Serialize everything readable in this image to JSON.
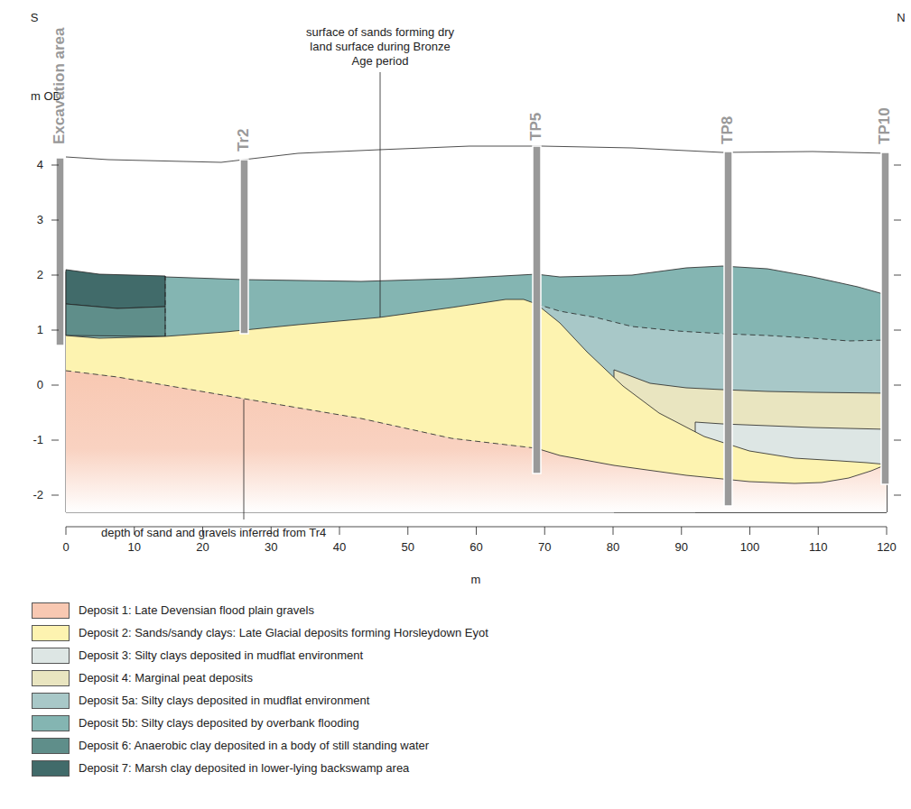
{
  "diagram": {
    "labels": [
      "S",
      "N",
      "m OD",
      "Excavation area",
      "Tr2",
      "TP5",
      "TP8",
      "TP10",
      "surface of sands forming dry land surface during Bronze Age period",
      "4",
      "3",
      "2",
      "1",
      "0",
      "-1",
      "-2",
      "depth of sand and gravels inferred from Tr4",
      "0",
      "10",
      "20",
      "30",
      "40",
      "50",
      "60",
      "70",
      "80",
      "90",
      "100",
      "110",
      "120",
      "m"
    ],
    "legend": [
      {
        "text": "Deposit 1: Late Devensian flood plain gravels",
        "color": "#f8c8b2"
      },
      {
        "text": "Deposit 2: Sands/sandy clays: Late Glacial deposits forming Horsleydown Eyot",
        "color": "#fdf3b0"
      },
      {
        "text": "Deposit 3: Silty clays deposited in mudflat environment",
        "color": "#dde6e4"
      },
      {
        "text": "Deposit 4: Marginal peat deposits",
        "color": "#e9e5c0"
      },
      {
        "text": "Deposit 5a: Silty clays deposited in mudflat environment",
        "color": "#a8c8c8"
      },
      {
        "text": "Deposit 5b: Silty clays deposited by overbank flooding",
        "color": "#84b5b2"
      },
      {
        "text": "Deposit 6: Anaerobic clay deposited in a body of still standing water",
        "color": "#5f8e8a"
      },
      {
        "text": "Deposit 7: Marsh clay deposited in lower-lying backswamp area",
        "color": "#416b6a"
      }
    ]
  }
}
